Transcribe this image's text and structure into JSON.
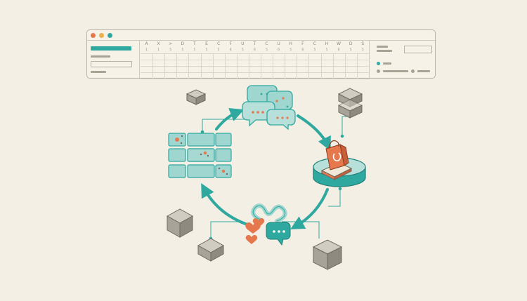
{
  "colors": {
    "background": "#f3efe4",
    "teal": "#2fa9a0",
    "teal_light": "#9fd6cf",
    "orange": "#e5784c",
    "yellow": "#eab14a",
    "grey_cube": "#a8a398",
    "outline": "#6f6a60"
  },
  "window": {
    "traffic_lights": [
      "#e5784c",
      "#eab14a",
      "#2fa9a0"
    ],
    "column_headers": [
      "A",
      "X",
      ">",
      "D",
      "T",
      "E",
      "C",
      "F",
      "U",
      "T",
      "C",
      "U",
      "H",
      "F",
      "C",
      "H",
      "W",
      "D",
      "S"
    ],
    "row_numbers": [
      "1",
      "1",
      "5",
      "5",
      "5",
      "5",
      "5",
      "6",
      "5",
      "6",
      "5",
      "6",
      "5",
      "6",
      "5",
      "5",
      "6",
      "5",
      "5"
    ]
  },
  "diagram": {
    "nodes": [
      "chat-bubbles",
      "shopping-bag-platform",
      "feedback-hearts",
      "data-grid"
    ],
    "cycle_direction": "clockwise"
  }
}
